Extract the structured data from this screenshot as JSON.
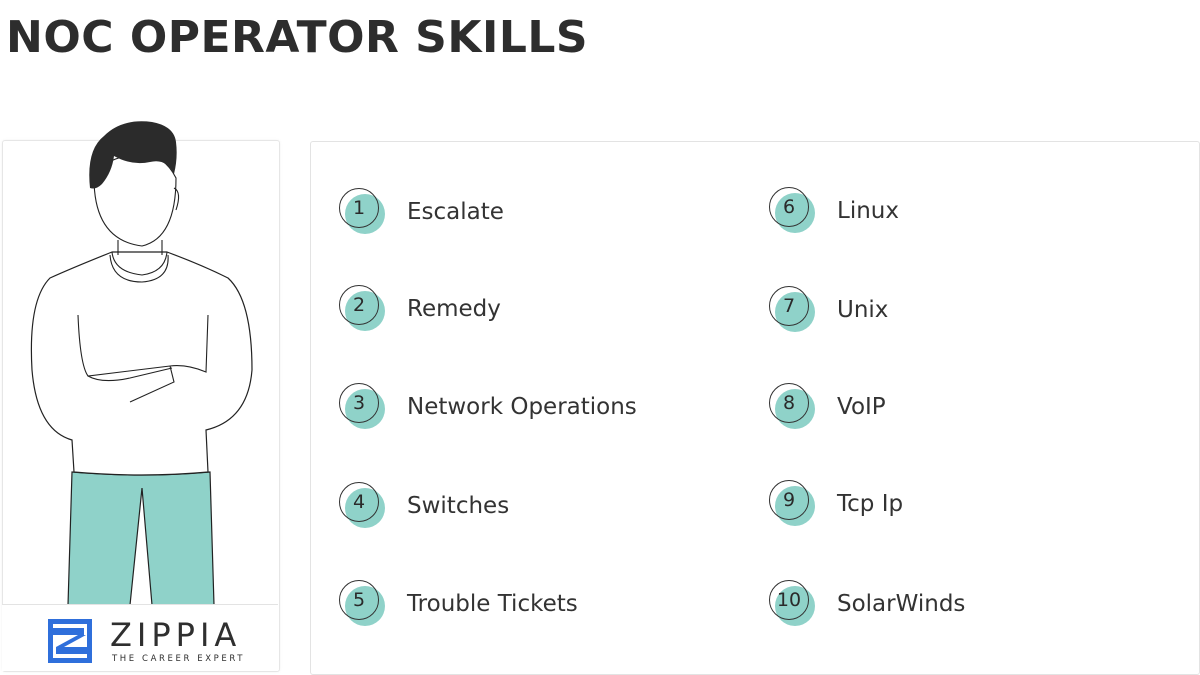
{
  "header": {
    "title": "NOC OPERATOR SKILLS"
  },
  "brand": {
    "name": "ZIPPIA",
    "tagline": "THE CAREER EXPERT",
    "logo_color": "#2f6fdb"
  },
  "colors": {
    "accent": "#8fd2c9",
    "text": "#333333"
  },
  "skills": [
    {
      "num": "1",
      "label": "Escalate"
    },
    {
      "num": "2",
      "label": "Remedy"
    },
    {
      "num": "3",
      "label": "Network Operations"
    },
    {
      "num": "4",
      "label": "Switches"
    },
    {
      "num": "5",
      "label": "Trouble Tickets"
    },
    {
      "num": "6",
      "label": "Linux"
    },
    {
      "num": "7",
      "label": "Unix"
    },
    {
      "num": "8",
      "label": "VoIP"
    },
    {
      "num": "9",
      "label": "Tcp Ip"
    },
    {
      "num": "10",
      "label": "SolarWinds"
    }
  ]
}
